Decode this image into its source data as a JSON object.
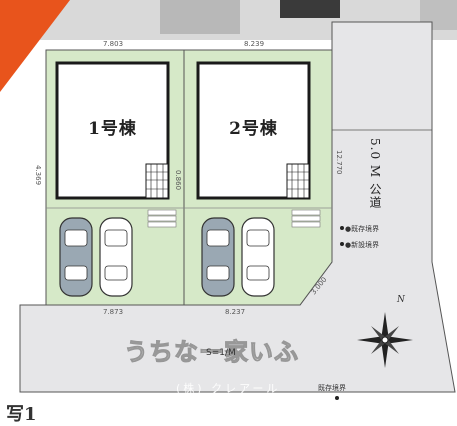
{
  "lots": [
    {
      "label": "1号棟"
    },
    {
      "label": "2号棟"
    }
  ],
  "dimensions": {
    "lot1_top": "7.803",
    "lot2_top": "8.239",
    "lot1_bottom": "7.873",
    "lot2_bottom": "8.237",
    "lot1_side": "4.369",
    "lot2_side": "0.860",
    "road_side": "12.770",
    "corner": "3.000"
  },
  "road": {
    "width": "5.0 M 公道"
  },
  "legend": {
    "existing_boundary": "●既存境界",
    "new_boundary": "●新設境界",
    "existing_marker": "既存境界"
  },
  "watermark": {
    "main": "うちなー家いふ",
    "sub": "(株) クレアール"
  },
  "scale_label": "S=1/M",
  "compass": {
    "label": "N"
  },
  "bottom_text": "写1",
  "colors": {
    "lot_fill": "#d6e9c8",
    "road_fill": "#e7e7e9",
    "building_line": "#1a1a1a",
    "accent": "#e8541c"
  }
}
